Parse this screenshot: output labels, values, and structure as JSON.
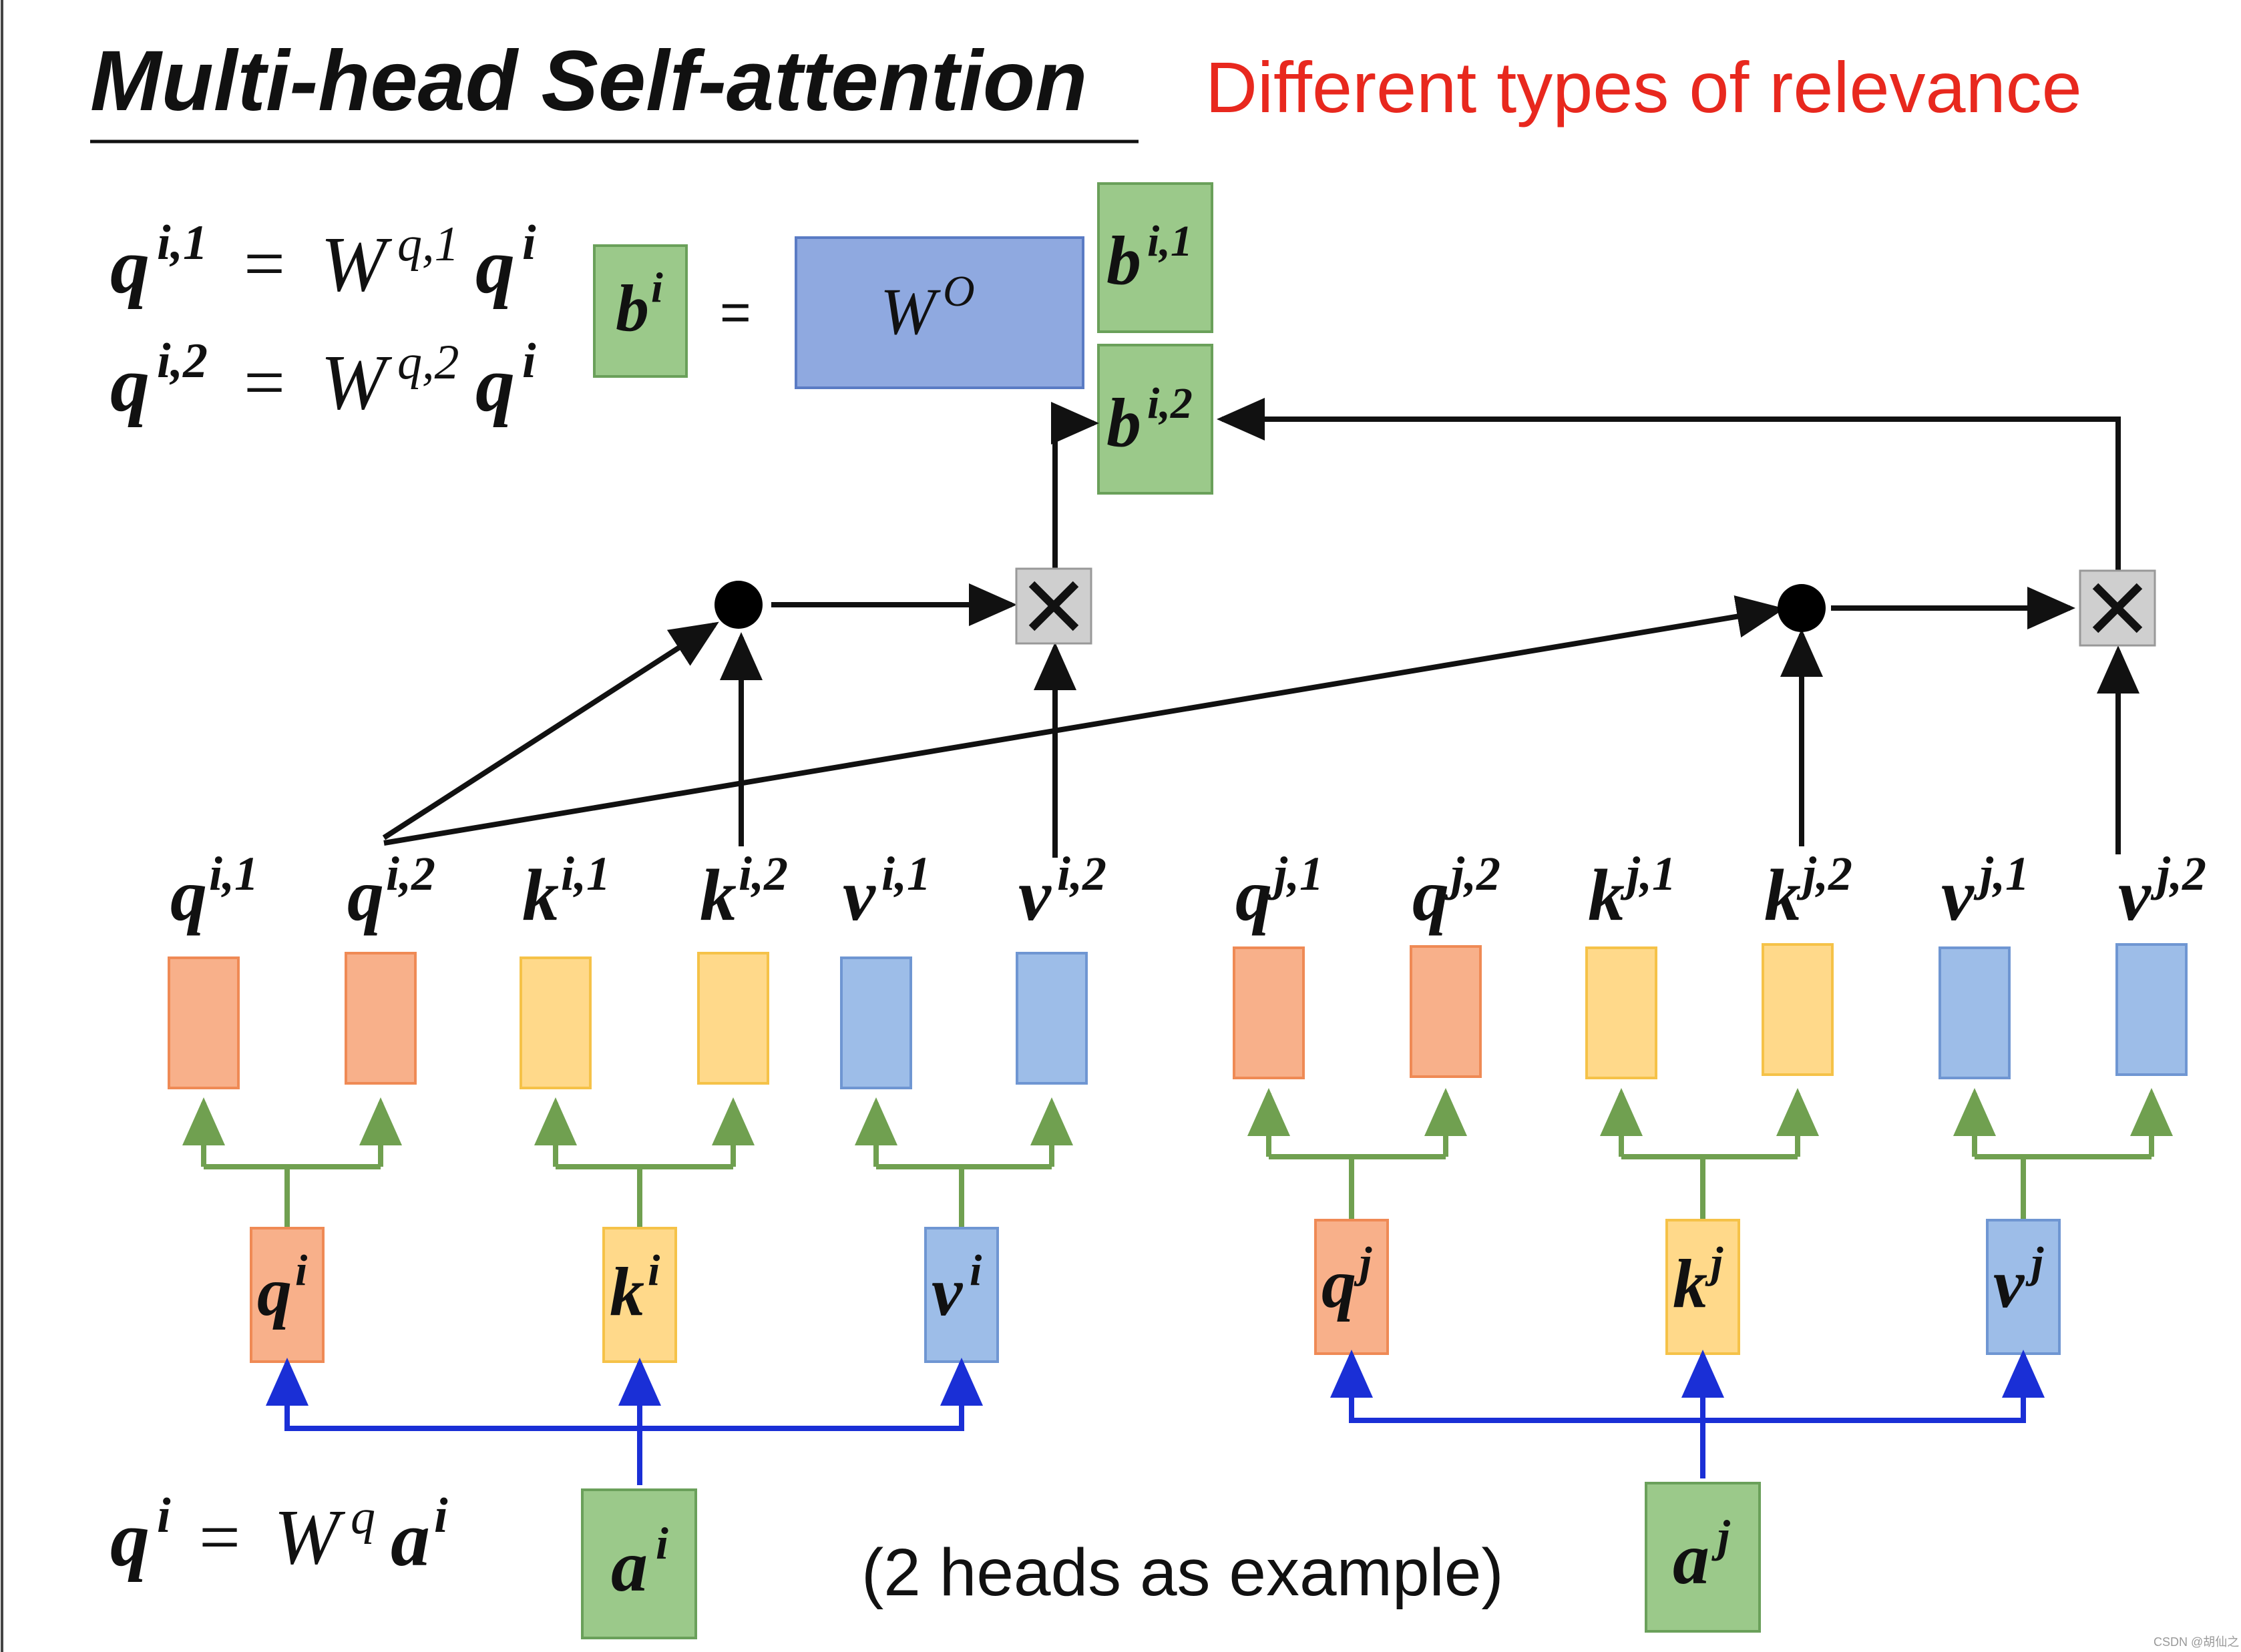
{
  "title": "Multi-head Self-attention",
  "subtitle": "Different types of relevance",
  "note": "(2 heads as example)",
  "watermark": "CSDN @胡仙之",
  "colors": {
    "query": "#f8b08a",
    "query_border": "#ef8a55",
    "key": "#ffd98a",
    "key_border": "#f5c248",
    "value": "#9dbde8",
    "value_border": "#6f96d2",
    "output": "#9bc98a",
    "output_border": "#6aa05a",
    "weight": "#8fa9e0",
    "weight_border": "#5a7bc4",
    "tree": "#70a050",
    "input_arrows": "#1a2fd6",
    "attention_arrows": "#111111",
    "subtitle": "#e8281e",
    "mult_box": "#cfcfcf"
  },
  "equations": {
    "eq1_lhs": "q",
    "eq1_lhs_sup": "i,1",
    "eq1_eq": "=",
    "eq1_w": "W",
    "eq1_w_sup": "q,1",
    "eq1_rhs": "q",
    "eq1_rhs_sup": "i",
    "eq2_lhs": "q",
    "eq2_lhs_sup": "i,2",
    "eq2_eq": "=",
    "eq2_w": "W",
    "eq2_w_sup": "q,2",
    "eq2_rhs": "q",
    "eq2_rhs_sup": "i",
    "eq3_lhs": "q",
    "eq3_lhs_sup": "i",
    "eq3_eq": "=",
    "eq3_w": "W",
    "eq3_w_sup": "q",
    "eq3_rhs": "a",
    "eq3_rhs_sup": "i"
  },
  "output_block": {
    "bi": "b",
    "bi_sup": "i",
    "equals": "=",
    "wo": "W",
    "wo_sup": "O",
    "bi1": "b",
    "bi1_sup": "i,1",
    "bi2": "b",
    "bi2_sup": "i,2"
  },
  "heads_i": [
    {
      "base": "q",
      "sup": "i,1"
    },
    {
      "base": "q",
      "sup": "i,2"
    },
    {
      "base": "k",
      "sup": "i,1"
    },
    {
      "base": "k",
      "sup": "i,2"
    },
    {
      "base": "v",
      "sup": "i,1"
    },
    {
      "base": "v",
      "sup": "i,2"
    }
  ],
  "heads_j": [
    {
      "base": "q",
      "sup": "j,1"
    },
    {
      "base": "q",
      "sup": "j,2"
    },
    {
      "base": "k",
      "sup": "j,1"
    },
    {
      "base": "k",
      "sup": "j,2"
    },
    {
      "base": "v",
      "sup": "j,1"
    },
    {
      "base": "v",
      "sup": "j,2"
    }
  ],
  "mid_i": [
    {
      "base": "q",
      "sup": "i"
    },
    {
      "base": "k",
      "sup": "i"
    },
    {
      "base": "v",
      "sup": "i"
    }
  ],
  "mid_j": [
    {
      "base": "q",
      "sup": "j"
    },
    {
      "base": "k",
      "sup": "j"
    },
    {
      "base": "v",
      "sup": "j"
    }
  ],
  "input_i": {
    "base": "a",
    "sup": "i"
  },
  "input_j": {
    "base": "a",
    "sup": "j"
  },
  "mult_symbol": "×"
}
